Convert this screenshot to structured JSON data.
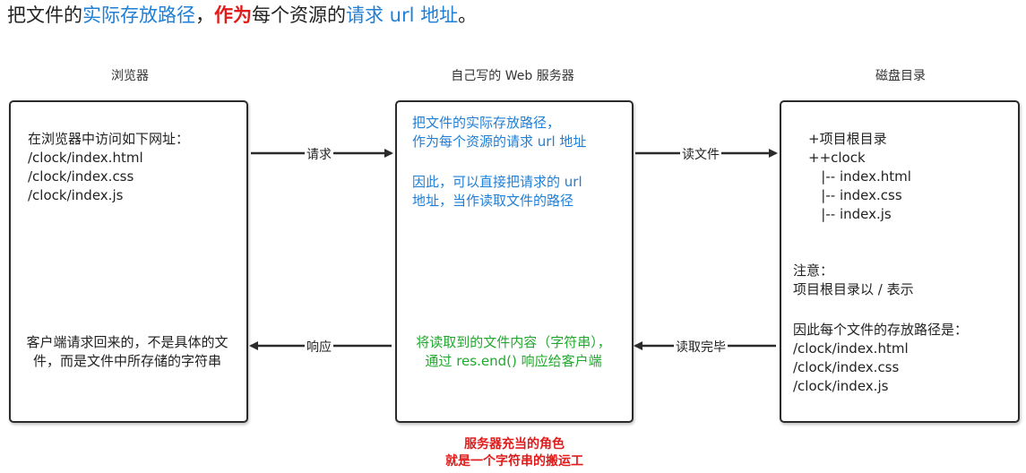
{
  "heading": {
    "part1": "把文件的",
    "part2": "实际存放路径",
    "part3": "，",
    "part4": "作为",
    "part5": "每个资源的",
    "part6": "请求 url 地址",
    "part7": "。"
  },
  "columns": {
    "browser": "浏览器",
    "server": "自己写的 Web 服务器",
    "disk": "磁盘目录"
  },
  "browser_box": {
    "top_text": "在浏览器中访问如下网址：\n/clock/index.html\n/clock/index.css\n/clock/index.js",
    "bottom_text": "客户端请求回来的，不是具体的文\n件，而是文件中所存储的字符串"
  },
  "server_box": {
    "top_text": "把文件的实际存放路径，\n作为每个资源的请求 url 地址",
    "mid_text": "因此，可以直接把请求的 url\n地址，当作读取文件的路径",
    "bottom_text": "将读取到的文件内容（字符串），\n通过 res.end() 响应给客户端"
  },
  "disk_box": {
    "tree_text": "+项目根目录\n++clock\n   |-- index.html\n   |-- index.css\n   |-- index.js",
    "note_text": "注意：\n项目根目录以 / 表示",
    "paths_text": "因此每个文件的存放路径是：\n/clock/index.html\n/clock/index.css\n/clock/index.js"
  },
  "arrows": {
    "request": "请求",
    "read_file": "读文件",
    "response": "响应",
    "read_done": "读取完毕"
  },
  "footer": {
    "line1": "服务器充当的角色",
    "line2": "就是一个字符串的搬运工"
  },
  "colors": {
    "blue": "#1f7fd6",
    "red": "#e01b1b",
    "green": "#22a82e"
  }
}
